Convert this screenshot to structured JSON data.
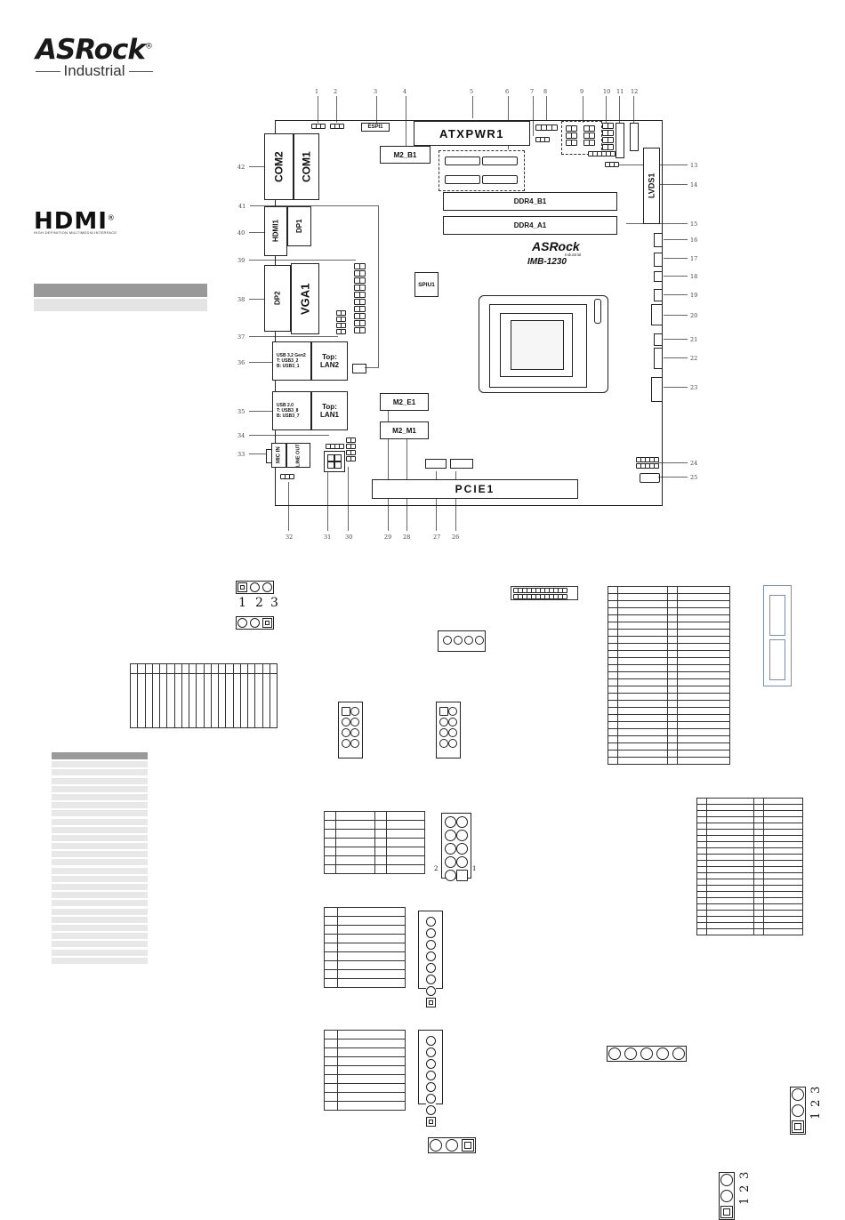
{
  "brand": {
    "name": "ASRock",
    "reg": "®",
    "sub": "Industrial"
  },
  "hdmi": {
    "logo": "HDMI",
    "tm": "®",
    "tagline": "HIGH DEFINITION MULTIMEDIA INTERFACE"
  },
  "board": {
    "atxpwr": "ATXPWR1",
    "espi": "ESPI1",
    "m2b": "M2_B1",
    "com2": "COM2",
    "com1": "COM1",
    "lvds": "LVDS1",
    "ddr_b": "DDR4_B1",
    "ddr_a": "DDR4_A1",
    "logo": "ASRock",
    "logo_sub": "Industrial",
    "model": "IMB-1230",
    "hdmi1": "HDMI1",
    "dp1": "DP1",
    "dp2": "DP2",
    "vga": "VGA1",
    "spiu": "SPIU1",
    "usb32": "USB 3.2 Gen2",
    "usb32_t": "T: USB3_2",
    "usb32_b": "B: USB3_1",
    "top_lan2_a": "Top:",
    "top_lan2_b": "LAN2",
    "usb20": "USB 2.0",
    "usb20_t": "T: USB3_8",
    "usb20_b": "B: USB3_7",
    "top_lan1_a": "Top:",
    "top_lan1_b": "LAN1",
    "m2e": "M2_E1",
    "m2m": "M2_M1",
    "mic": "MIC IN",
    "lineout": "LINE OUT",
    "pcie": "PCIE1"
  },
  "callouts_top": [
    "1",
    "2",
    "3",
    "4",
    "5",
    "6",
    "7",
    "8",
    "9",
    "10",
    "11",
    "12"
  ],
  "callouts_right": [
    "13",
    "14",
    "15",
    "16",
    "17",
    "18",
    "19",
    "20",
    "21",
    "22",
    "23",
    "24",
    "25"
  ],
  "callouts_bottom": [
    "32",
    "31",
    "30",
    "29",
    "28",
    "27",
    "26"
  ],
  "callouts_left": [
    "42",
    "41",
    "40",
    "39",
    "38",
    "37",
    "36",
    "35",
    "34",
    "33"
  ],
  "jumper_labels": {
    "a": "1",
    "b": "2",
    "c": "3"
  },
  "header_pin_labels": {
    "p2": "2",
    "p1": "1"
  }
}
